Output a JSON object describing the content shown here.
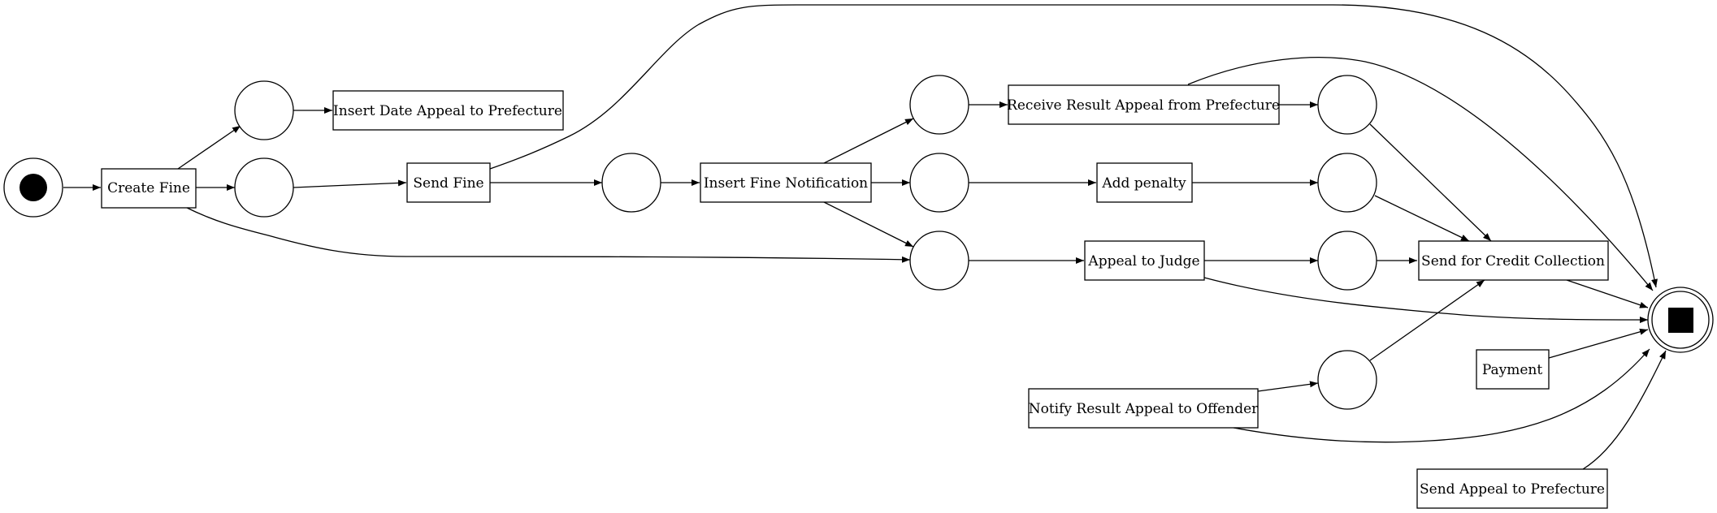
{
  "diagram": {
    "type": "petri-net",
    "transitions": {
      "create_fine": "Create Fine",
      "insert_date_appeal": "Insert Date Appeal to Prefecture",
      "send_fine": "Send Fine",
      "insert_fine_notification": "Insert Fine Notification",
      "receive_result_appeal": "Receive Result Appeal from Prefecture",
      "add_penalty": "Add penalty",
      "appeal_to_judge": "Appeal to Judge",
      "send_credit_collection": "Send for Credit Collection",
      "payment": "Payment",
      "notify_result_appeal": "Notify Result Appeal to Offender",
      "send_appeal_prefecture": "Send Appeal to Prefecture"
    },
    "colors": {
      "stroke": "#000000",
      "fill": "#ffffff",
      "token": "#000000"
    }
  }
}
